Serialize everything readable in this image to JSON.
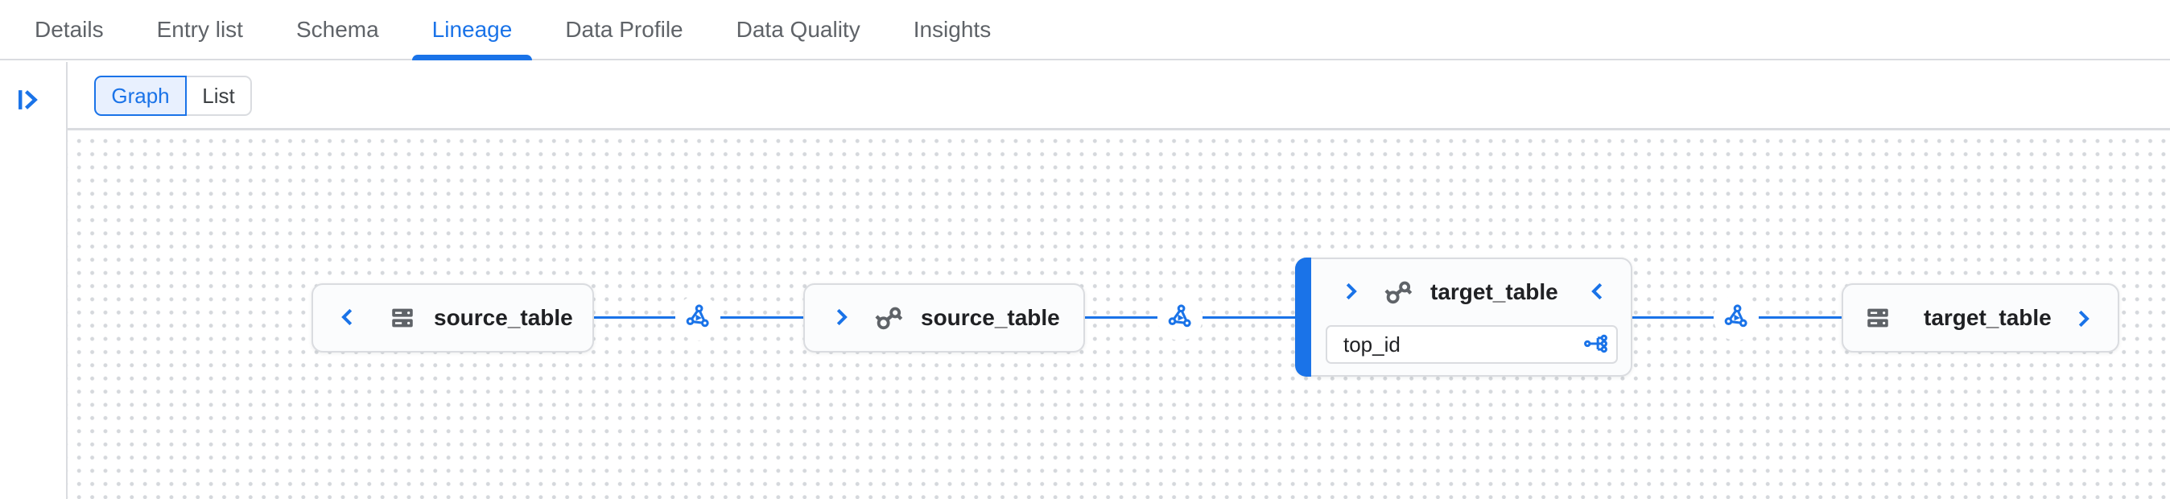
{
  "tabs": {
    "active_label": "Lineage",
    "items": [
      {
        "label": "Details"
      },
      {
        "label": "Entry list"
      },
      {
        "label": "Schema"
      },
      {
        "label": "Lineage"
      },
      {
        "label": "Data Profile"
      },
      {
        "label": "Data Quality"
      },
      {
        "label": "Insights"
      }
    ]
  },
  "toolbar": {
    "view_toggle": {
      "selected": "Graph",
      "options": [
        {
          "label": "Graph"
        },
        {
          "label": "List"
        }
      ]
    }
  },
  "lineage_graph": {
    "nodes": [
      {
        "label": "source_table",
        "entity_icon": "table-icon",
        "expander": "chevron-left",
        "expanded": false,
        "selected": false
      },
      {
        "label": "source_table",
        "entity_icon": "custom-entry-icon",
        "expander": "chevron-right",
        "expanded": false,
        "selected": false
      },
      {
        "label": "target_table",
        "entity_icon": "custom-entry-icon",
        "expanders": [
          "chevron-right",
          "chevron-left"
        ],
        "expanded": true,
        "selected": true,
        "fields": [
          {
            "name": "top_id",
            "action_icon": "column-lineage-icon"
          }
        ]
      },
      {
        "label": "target_table",
        "entity_icon": "table-icon",
        "expander": "chevron-right",
        "expanded": false,
        "selected": false
      }
    ],
    "edges": [
      {
        "source": 0,
        "target": 1,
        "icon": "process-icon"
      },
      {
        "source": 1,
        "target": 2,
        "icon": "process-icon"
      },
      {
        "source": 2,
        "target": 3,
        "icon": "process-icon"
      }
    ]
  },
  "colors": {
    "accent_blue": "#1a73e8",
    "selected_segment_bg": "#e8f0fe",
    "icon_gray": "#5f6368",
    "border_gray": "#dadce0",
    "text_dark": "#202124",
    "tab_inactive_gray": "#5f6368"
  }
}
